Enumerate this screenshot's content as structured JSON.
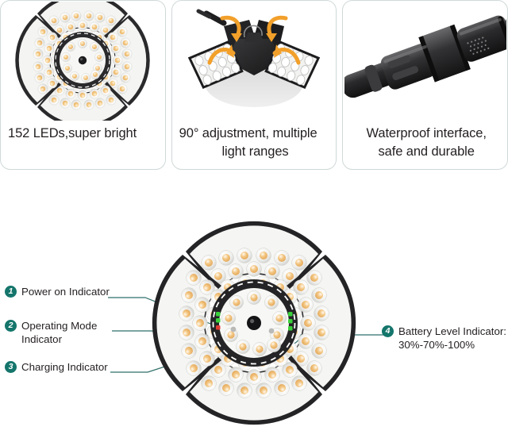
{
  "cards": [
    {
      "name": "led-count",
      "image": "round-led-lamp-top-view",
      "caption_line1": "152 LEDs,super bright",
      "caption_line2": ""
    },
    {
      "name": "adjustment",
      "image": "folded-lamp-with-rotation-arrows",
      "caption_line1": "90° adjustment, multiple",
      "caption_line2": "light ranges"
    },
    {
      "name": "waterproof",
      "image": "waterproof-cable-connector",
      "caption_line1": "Waterproof interface,",
      "caption_line2": "safe and durable"
    }
  ],
  "diagram": {
    "image": "round-led-lamp-indicator-callouts",
    "accent_color": "#14756b",
    "leader_color": "#2f6f6a",
    "labels": [
      {
        "number": "1",
        "line1": "Power on Indicator",
        "line2": ""
      },
      {
        "number": "2",
        "line1": "Operating Mode",
        "line2": "Indicator"
      },
      {
        "number": "3",
        "line1": "Charging Indicator",
        "line2": ""
      },
      {
        "number": "4",
        "line1": "Battery Level Indicator:",
        "line2": "30%-70%-100%"
      }
    ],
    "indicators": {
      "power_on_color": "#3ad13a",
      "operating_mode_color": "#3ad13a",
      "charging_color": "#e03a32",
      "battery_level_color": "#3ad13a"
    }
  }
}
